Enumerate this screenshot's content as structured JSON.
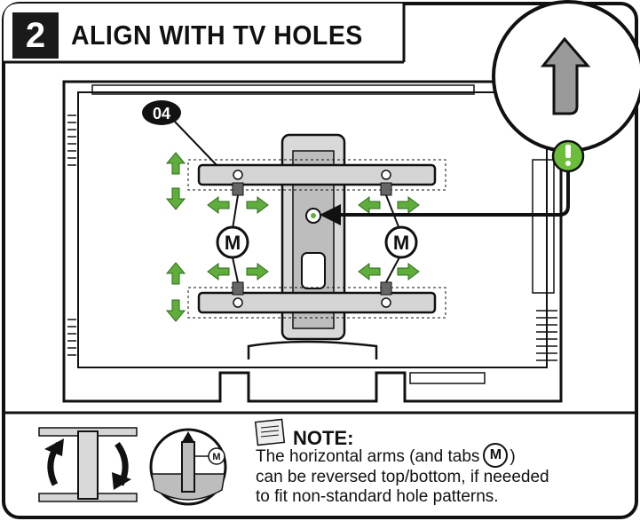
{
  "step": {
    "number": "2",
    "title": "ALIGN WITH TV HOLES"
  },
  "diagram": {
    "part_label": "04",
    "tab_label": "M"
  },
  "note": {
    "heading": "NOTE:",
    "line1_before": "The horizontal arms (and tabs",
    "line1_tab": "M",
    "line1_after": ")",
    "line2": "can be reversed top/bottom, if neeeded",
    "line3": "to fit non-standard hole patterns."
  },
  "colors": {
    "arrow_green": "#5fae3c",
    "alert_green": "#6cbd3a",
    "outline": "#111111",
    "metal_gray": "#cfcfcf",
    "header_dark": "#1a1a1a"
  },
  "icons": [
    "up-arrow-icon",
    "down-arrow-icon",
    "left-arrow-icon",
    "right-arrow-icon",
    "alert-icon",
    "note-icon",
    "rotate-arrows-icon",
    "hook-icon"
  ]
}
